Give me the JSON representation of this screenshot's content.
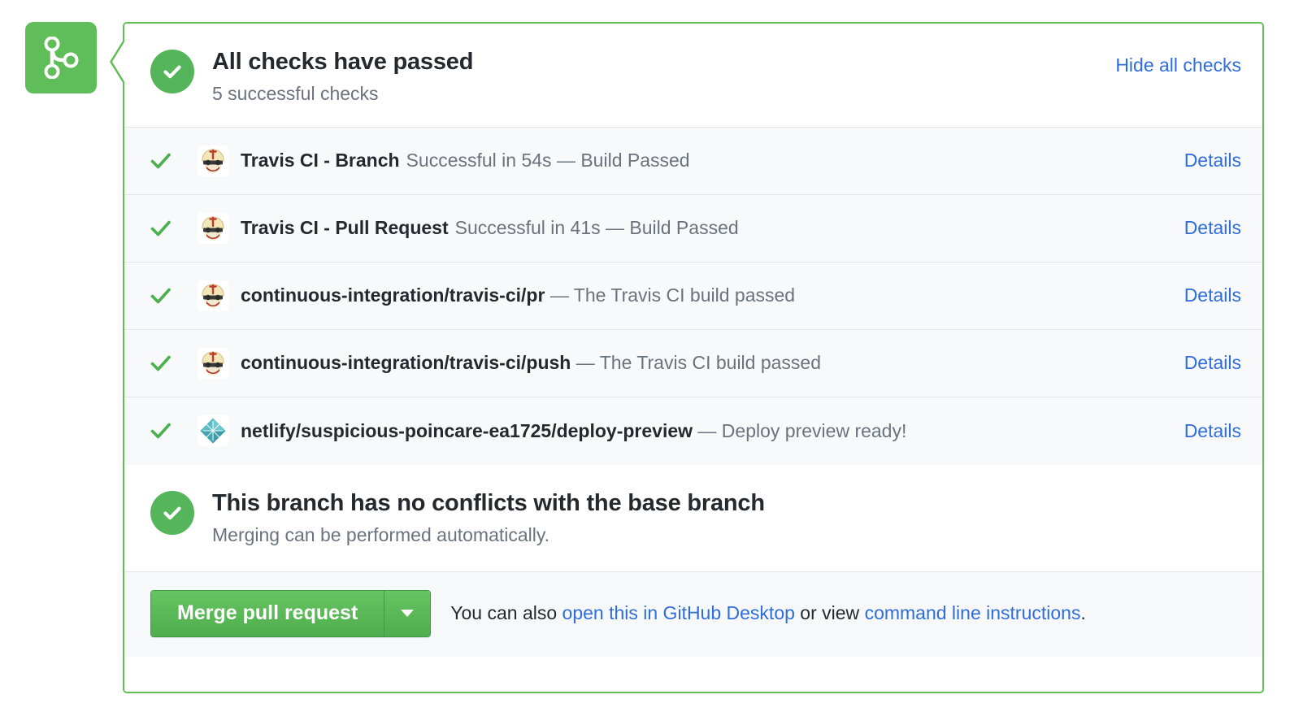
{
  "badge": {
    "icon": "git-merge-icon",
    "color": "#5fbe5a"
  },
  "header": {
    "status_icon": "check-circle-icon",
    "title": "All checks have passed",
    "subtitle": "5 successful checks",
    "hide_all_checks_label": "Hide all checks",
    "link_color": "#2f6ddb",
    "success_color": "#55b55b"
  },
  "checks": [
    {
      "tick_icon": "check-icon",
      "avatar_icon": "travis-ci-avatar-icon",
      "context": "Travis CI - Branch",
      "description": "Successful in 54s — Build Passed",
      "description_spaced": true,
      "details_label": "Details"
    },
    {
      "tick_icon": "check-icon",
      "avatar_icon": "travis-ci-avatar-icon",
      "context": "Travis CI - Pull Request",
      "description": "Successful in 41s — Build Passed",
      "description_spaced": true,
      "details_label": "Details"
    },
    {
      "tick_icon": "check-icon",
      "avatar_icon": "travis-ci-avatar-icon",
      "context": "continuous-integration/travis-ci/pr",
      "description": "— The Travis CI build passed",
      "description_spaced": false,
      "details_label": "Details"
    },
    {
      "tick_icon": "check-icon",
      "avatar_icon": "travis-ci-avatar-icon",
      "context": "continuous-integration/travis-ci/push",
      "description": "— The Travis CI build passed",
      "description_spaced": false,
      "details_label": "Details"
    },
    {
      "tick_icon": "check-icon",
      "avatar_icon": "netlify-avatar-icon",
      "context": "netlify/suspicious-poincare-ea1725/deploy-preview",
      "description": "— Deploy preview ready!",
      "description_spaced": false,
      "details_label": "Details"
    }
  ],
  "conflicts": {
    "status_icon": "check-circle-icon",
    "title": "This branch has no conflicts with the base branch",
    "subtitle": "Merging can be performed automatically."
  },
  "footer": {
    "merge_button_label": "Merge pull request",
    "dropdown_icon": "chevron-down-icon",
    "note_prefix": "You can also ",
    "desktop_link_label": "open this in GitHub Desktop",
    "note_middle": " or view ",
    "cli_link_label": "command line instructions",
    "note_suffix": ".",
    "button_color": "#4fad4d"
  }
}
